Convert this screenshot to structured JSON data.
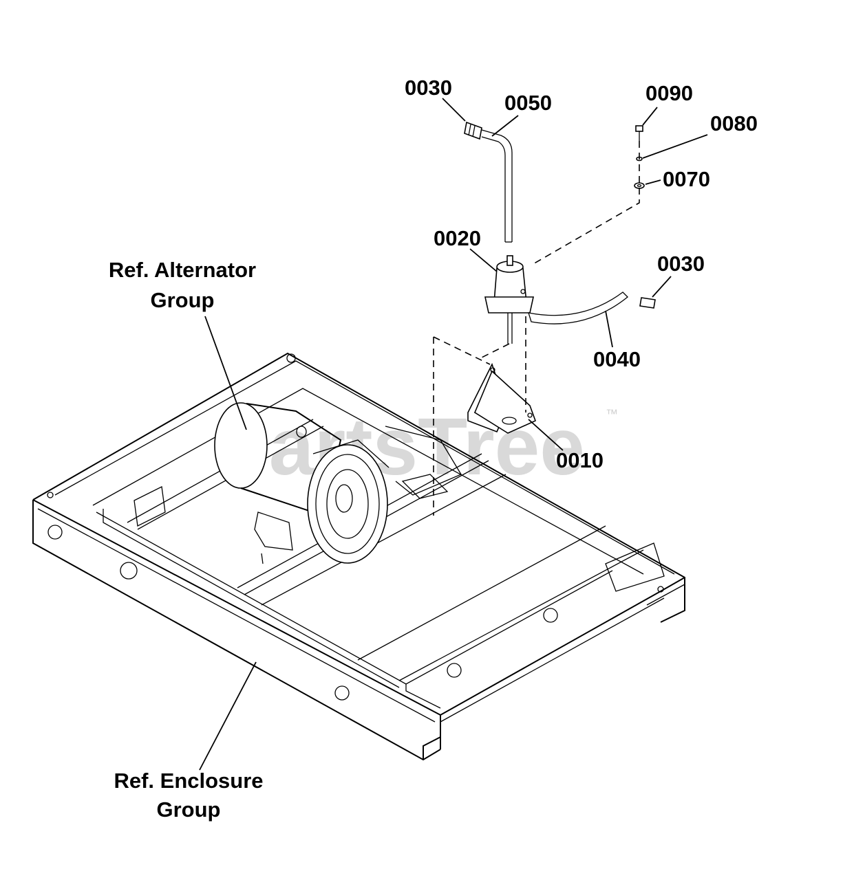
{
  "watermark": {
    "text": "PartsTree",
    "trademark": "™"
  },
  "callouts": {
    "c0030_top": "0030",
    "c0050": "0050",
    "c0090": "0090",
    "c0080": "0080",
    "c0070": "0070",
    "c0020": "0020",
    "c0030_right": "0030",
    "c0040": "0040",
    "c0010": "0010"
  },
  "references": {
    "alternator_line1": "Ref. Alternator",
    "alternator_line2": "Group",
    "enclosure_line1": "Ref. Enclosure",
    "enclosure_line2": "Group"
  }
}
